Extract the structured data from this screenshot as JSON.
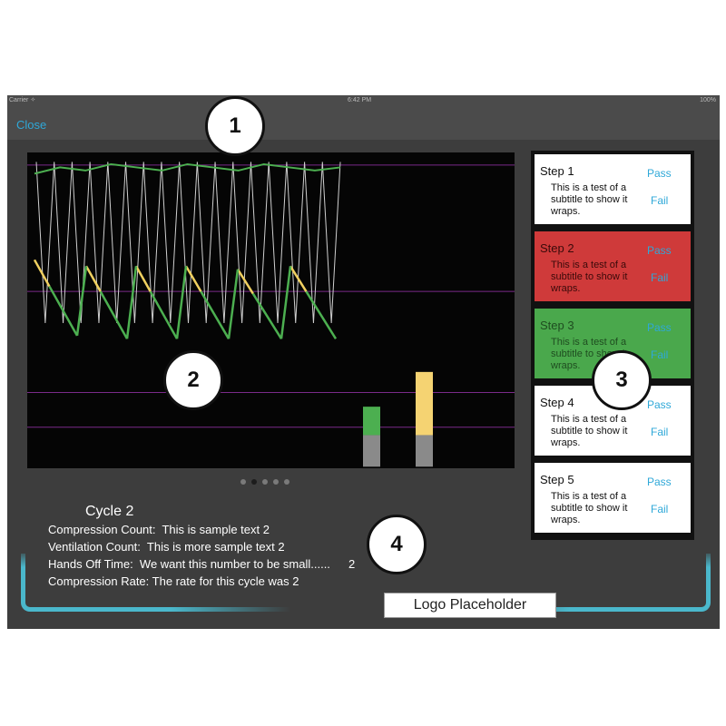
{
  "status_bar": {
    "carrier": "Carrier ✧",
    "time": "6:42 PM",
    "battery": "100%"
  },
  "nav": {
    "close_label": "Close"
  },
  "callouts": [
    "1",
    "2",
    "3",
    "4"
  ],
  "chart_data": {
    "type": "line",
    "title": "",
    "series": [
      {
        "color": "#4caf50",
        "values": [
          0.95,
          0.97,
          0.96,
          0.98,
          0.97,
          0.96,
          0.98,
          0.97,
          0.96,
          0.98,
          0.97,
          0.96,
          0.97
        ]
      },
      {
        "color": "#f0d060",
        "values": [
          0.55,
          0.48,
          0.6,
          0.5,
          0.62,
          0.47,
          0.61,
          0.49,
          0.6,
          0.48
        ]
      },
      {
        "color": "#4caf50",
        "values": [
          0.4,
          0.3,
          0.45,
          0.32,
          0.46,
          0.31,
          0.45,
          0.3,
          0.44,
          0.33
        ]
      }
    ],
    "bars": [
      {
        "green_fraction": 0.28,
        "gray_fraction": 0.35
      },
      {
        "yellow_fraction": 0.72,
        "gray_fraction": 0.35
      }
    ],
    "gridlines": [
      "#7a2a8a",
      "#7a2a8a",
      "#7a2a8a",
      "#7a2a8a"
    ],
    "grid": true
  },
  "pager": {
    "count": 5,
    "active": 1
  },
  "steps": [
    {
      "title": "Step 1",
      "subtitle": "This is a test of a subtitle to show it wraps.",
      "pass": "Pass",
      "fail": "Fail",
      "bg": "#ffffff",
      "text": "#111111",
      "link": "#2fa8d8"
    },
    {
      "title": "Step 2",
      "subtitle": "This is a test of a subtitle to show it wraps.",
      "pass": "Pass",
      "fail": "Fail",
      "bg": "#cf3a3a",
      "text": "#3a0a0a",
      "link": "#2fa8d8"
    },
    {
      "title": "Step 3",
      "subtitle": "This is a test of a subtitle to show it wraps.",
      "pass": "Pass",
      "fail": "Fail",
      "bg": "#4aa84c",
      "text": "#1f4d20",
      "link": "#2fa8d8"
    },
    {
      "title": "Step 4",
      "subtitle": "This is a test of a subtitle to show it wraps.",
      "pass": "Pass",
      "fail": "Fail",
      "bg": "#ffffff",
      "text": "#111111",
      "link": "#2fa8d8"
    },
    {
      "title": "Step 5",
      "subtitle": "This is a test of a subtitle to show it wraps.",
      "pass": "Pass",
      "fail": "Fail",
      "bg": "#ffffff",
      "text": "#111111",
      "link": "#2fa8d8"
    }
  ],
  "cycle": {
    "title": "Cycle 2",
    "compression_count": "Compression Count:  This is sample text 2",
    "ventilation_count": "Ventilation Count:  This is more sample text 2",
    "hands_off_time": "Hands Off Time:  We want this number to be small......",
    "hands_off_value": "2",
    "compression_rate": "Compression Rate: The rate for this cycle was 2"
  },
  "logo": {
    "label": "Logo Placeholder"
  },
  "colors": {
    "accent": "#2fa8d8",
    "bracket": "#4ab8cc"
  }
}
